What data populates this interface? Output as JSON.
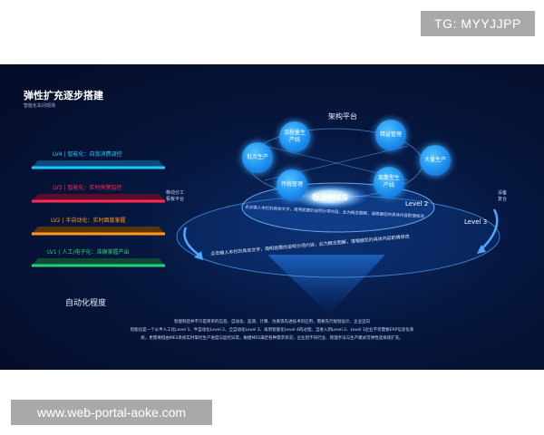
{
  "watermark_top": "TG: MYYJJPP",
  "watermark_bottom": "www.web-portal-aoke.com",
  "left": {
    "title": "弹性扩充逐步搭建",
    "subtitle": "智能化车间现场",
    "bottom_label": "自动化程度",
    "levels": [
      {
        "text": "LV4 | 智能化：自我消费调控",
        "color": "#1ec8ff"
      },
      {
        "text": "LV3 | 智能化：实时预警监控",
        "color": "#ff2a55"
      },
      {
        "text": "LV2 | 半自动化：实时面度掌握",
        "color": "#ff9a1e"
      },
      {
        "text": "LV1 | 人工/电子化：准确掌握产出",
        "color": "#22d07a"
      }
    ]
  },
  "center": {
    "title": "架构平台",
    "core": "标准MES",
    "level2": "Level 2",
    "level3": "Level 3",
    "side_left": [
      "移动分工",
      "看板平台"
    ],
    "side_right": [
      "设备",
      "复合"
    ],
    "nodes": [
      {
        "text": "批次生产"
      },
      {
        "text": "流程量生产线"
      },
      {
        "text": "精益管理"
      },
      {
        "text": "大量生产"
      },
      {
        "text": "传统管理"
      },
      {
        "text": "离散型生产线"
      }
    ],
    "ring2_text": "点击输入本栏的具体文字，简明扼要的说明分项内容，此为概念图解，请根据您的具体内容酌情修改",
    "ring3_text": "点击输入本栏的具体文字，简明扼要的说明分项内容，此为概念图解，请根据您的具体内容酌情修改"
  },
  "description": [
    "智能制造并不只是简单的信息、自动化、监测、计算、仿真等先进技术的应用，需要先行规划设计、企业迈向",
    "智能化是一个从半人工化Level 1、半自动化Level 2、全自动化Level 3、再到智能化Level 4的过程。当进入到Level 2、Level 3企业不仅需要ERP信息化系",
    "统，更需要搭由MES系统实时掌控生产进度与监控异常，敏捷MES满足各种需求状况，企业因不同行业、管理手法与生产模式可弹性选择或扩充。"
  ]
}
